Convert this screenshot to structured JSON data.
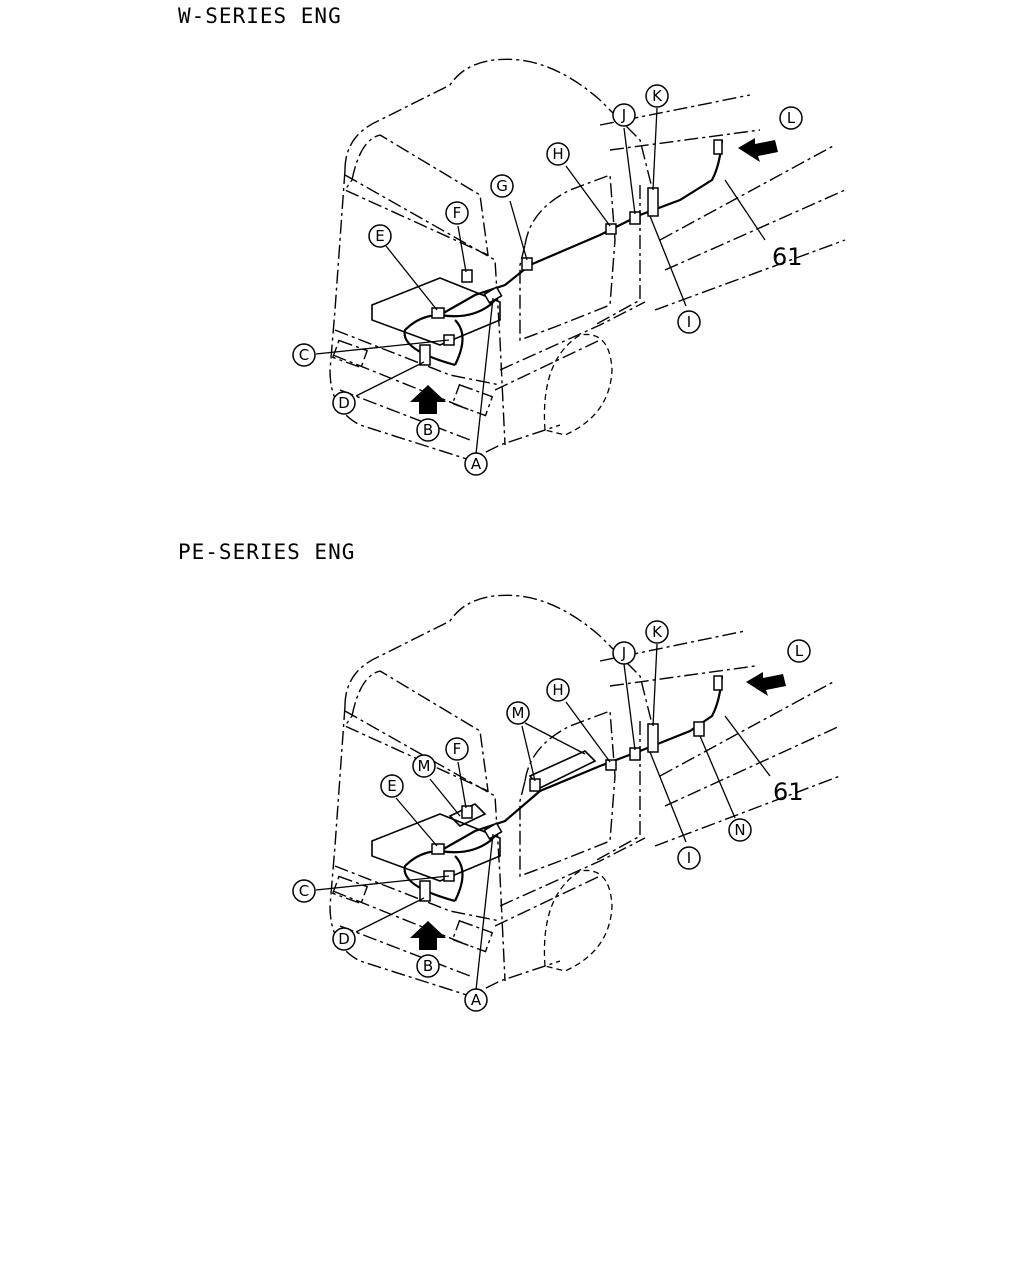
{
  "diagrams": [
    {
      "title": "W-SERIES ENG",
      "labels": {
        "A": "A",
        "B": "B",
        "C": "C",
        "D": "D",
        "E": "E",
        "F": "F",
        "G": "G",
        "H": "H",
        "I": "I",
        "J": "J",
        "K": "K",
        "L": "L"
      },
      "part_number": "61"
    },
    {
      "title": "PE-SERIES ENG",
      "labels": {
        "A": "A",
        "B": "B",
        "C": "C",
        "D": "D",
        "E": "E",
        "F": "F",
        "H": "H",
        "I": "I",
        "J": "J",
        "K": "K",
        "L": "L",
        "M": "M",
        "N": "N"
      },
      "part_number": "61"
    }
  ]
}
